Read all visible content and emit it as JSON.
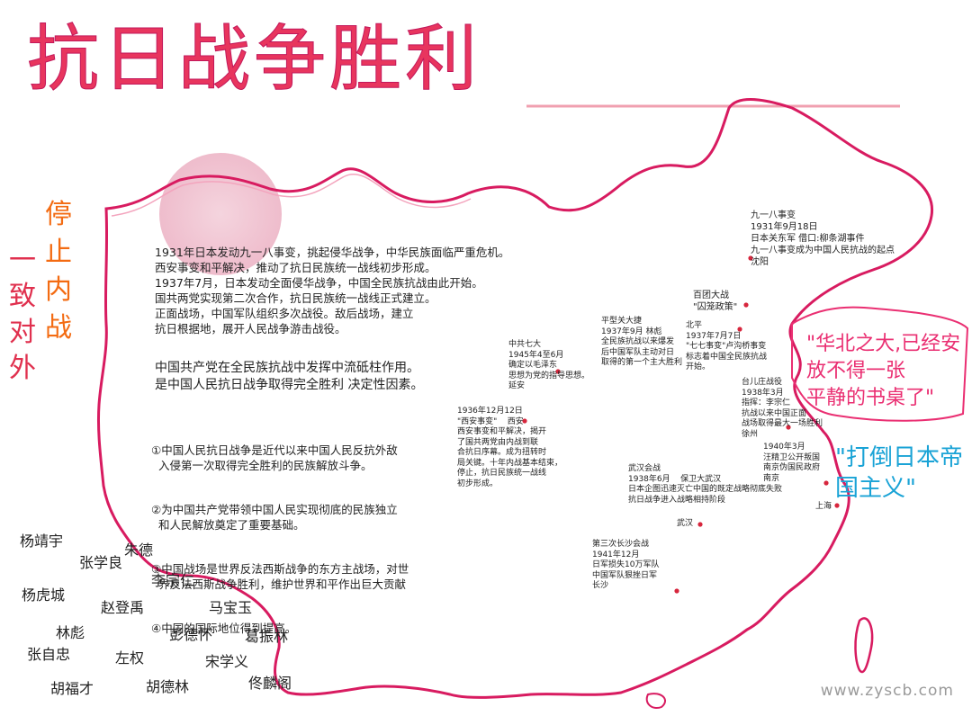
{
  "title": "抗日战争胜利",
  "left_slogan_1": "一致对外",
  "left_slogan_2": "停止内战",
  "intro_paragraph": "1931年日本发动九一八事变，挑起侵华战争，中华民族面临严重危机。\n西安事变和平解决，推动了抗日民族统一战线初步形成。\n1937年7月，日本发动全面侵华战争，中国全民族抗战由此开始。\n国共两党实现第二次合作，抗日民族统一战线正式建立。\n正面战场，中国军队组织多次战役。敌后战场，建立\n抗日根据地，展开人民战争游击战役。",
  "ccp_role": "中国共产党在全民族抗战中发挥中流砥柱作用。\n是中国人民抗日战争取得完全胜利 决定性因素。",
  "significance": [
    "①中国人民抗日战争是近代以来中国人民反抗外敌\n  入侵第一次取得完全胜利的民族解放斗争。",
    "②为中国共产党带领中国人民实现彻底的民族独立\n  和人民解放奠定了重要基础。",
    "③中国战场是世界反法西斯战争的东方主战场，对世\n  界反法西斯战争胜利，维护世界和平作出巨大贡献",
    "④中国的国际地位得到提高。"
  ],
  "events": {
    "mukden": "九一八事变\n1931年9月18日\n日本关东军 借口:柳条湖事件\n九一八事变成为中国人民抗战的起点\n沈阳",
    "baituan": "百团大战\n\"囚笼政策\"",
    "pingxingguan": "平型关大捷\n1937年9月 林彪\n全民族抗战以来爆发\n后中国军队主动对日\n取得的第一个主大胜利",
    "marco_polo": "北平\n1937年7月7日\n\"七七事变\"卢沟桥事变\n标志着中国全民族抗战\n开始。",
    "seventh_congress": "中共七大\n1945年4至6月\n确定以毛泽东\n思想为党的指导思想。\n延安",
    "xian": "1936年12月12日\n\"西安事变\"    西安\n西安事变和平解决，揭开\n了国共两党由内战到联\n合抗日序幕。成为扭转时\n局关键。十年内战基本结束，\n停止，抗日民族统一战线\n初步形成。",
    "taierzhuang": "台儿庄战役\n1938年3月\n指挥：李宗仁\n抗战以来中国正面\n战场取得最大一场胜利\n徐州",
    "wangjingwei": "1940年3月\n汪精卫公开叛国\n南京伪国民政府\n南京",
    "wuhan": "武汉会战\n1938年6月    保卫大武汉\n日本企图迅速灭亡中国的既定战略彻底失败\n抗日战争进入战略相持阶段",
    "wuhan_city": "武汉",
    "changsha": "第三次长沙会战\n1941年12月\n日军损失10万军队\n中国军队狠挫日军\n长沙",
    "shanghai": "上海"
  },
  "slogan_huabei": "\"华北之大,已经安\n放不得一张\n平静的书桌了\"",
  "slogan_down": "\"打倒日本帝\n国主义\"",
  "generals": [
    "杨靖宇",
    "张学良",
    "朱德",
    "李宗仁",
    "杨虎城",
    "赵登禹",
    "马宝玉",
    "林彪",
    "彭德怀",
    "葛振林",
    "张自忠",
    "左权",
    "宋学义",
    "胡福才",
    "胡德林",
    "佟麟阁"
  ],
  "watermark": "www.zyscb.com",
  "colors": {
    "title": "#e8355e",
    "map_outline": "#d81b60",
    "slogan_red": "#ea2f72",
    "slogan_blue": "#1aa3d6",
    "orange": "#f36b12"
  }
}
